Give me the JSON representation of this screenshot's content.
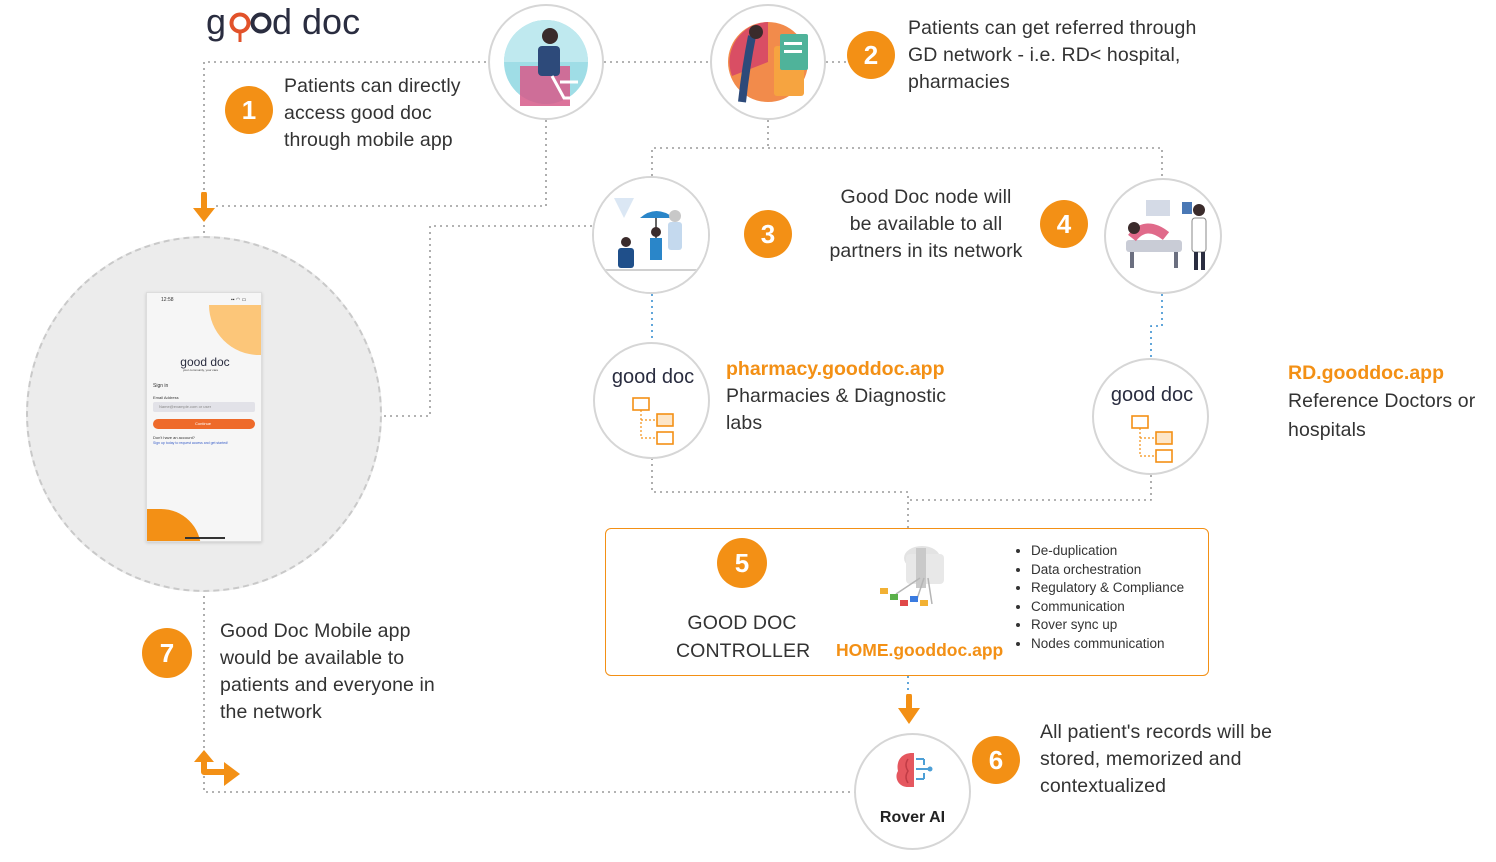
{
  "brand": {
    "logo_text": "good doc",
    "accent_color": "#f39015",
    "logo_dark_color": "#2a2d40",
    "logo_accent_color": "#e2522a"
  },
  "steps": [
    {
      "number": "1",
      "text": "Patients can directly access good doc through mobile app"
    },
    {
      "number": "2",
      "text": "Patients can get referred through GD network - i.e. RD< hospital, pharmacies"
    },
    {
      "number": "3",
      "text": ""
    },
    {
      "number": "4",
      "text": "Good Doc node will be available to all partners in its network"
    },
    {
      "number": "5",
      "text": "GOOD DOC CONTROLLER"
    },
    {
      "number": "6",
      "text": "All patient's records will be stored, memorized and contextualized"
    },
    {
      "number": "7",
      "text": "Good Doc Mobile app would be available to patients and everyone in the network"
    }
  ],
  "nodes": {
    "pharmacy": {
      "logo": "good doc",
      "url": "pharmacy.gooddoc.app",
      "description": "Pharmacies & Diagnostic labs"
    },
    "rd": {
      "logo": "good doc",
      "url": "RD.gooddoc.app",
      "description": "Reference Doctors or hospitals"
    }
  },
  "controller": {
    "title": "GOOD DOC CONTROLLER",
    "url": "HOME.gooddoc.app",
    "features": [
      "De-duplication",
      "Data orchestration",
      "Regulatory & Compliance",
      "Communication",
      "Rover sync up",
      "Nodes communication"
    ]
  },
  "rover": {
    "label": "Rover AI",
    "icon": "brain-circuit-icon"
  },
  "phone": {
    "status_time": "12:58",
    "logo": "good doc",
    "tagline": "your community, your care",
    "signin_label": "Sign in",
    "email_label": "Email Address",
    "email_placeholder": "Name@example.com or user",
    "continue_label": "Continue",
    "no_account_text": "Don't have an account?",
    "signup_text": "Sign up today to request access and get started!"
  },
  "icons": {
    "patient_app": "patient-illustration-icon",
    "referral": "referral-documents-icon",
    "partner_care": "partner-care-illustration-icon",
    "doctor_hospital": "hospital-doctor-illustration-icon",
    "node_tree": "node-tree-icon",
    "cloud_server": "cloud-server-icon",
    "arrow_down": "arrow-down-icon",
    "loop_arrows": "loop-arrows-icon"
  }
}
